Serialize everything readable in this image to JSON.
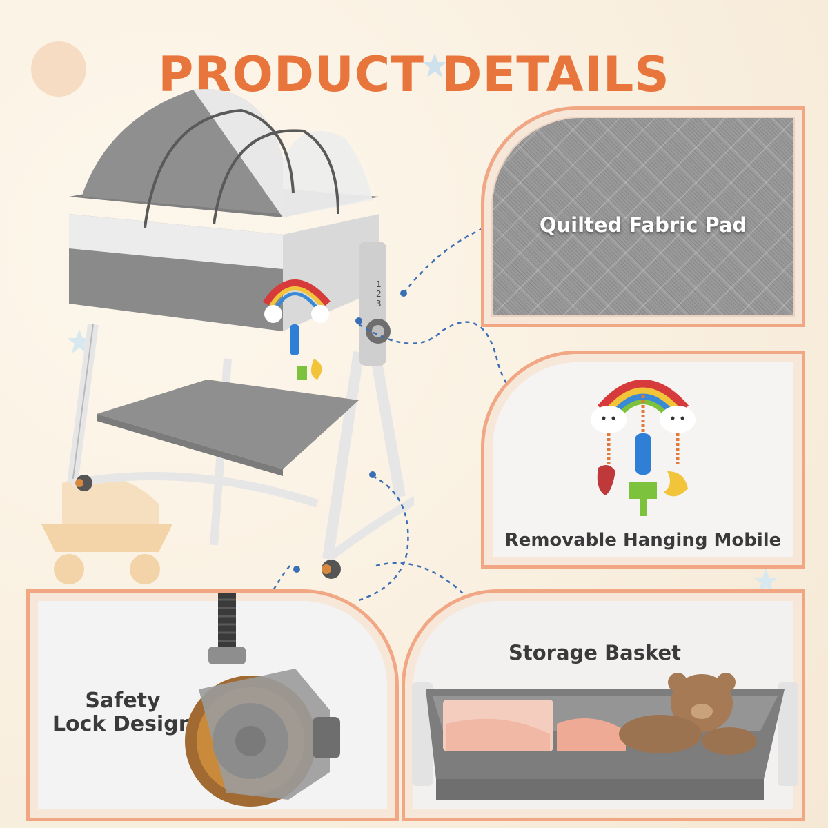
{
  "title": "PRODUCT DETAILS",
  "features": {
    "fabric_label": "Quilted Fabric Pad",
    "mobile_label": "Removable Hanging Mobile",
    "wheel_label_line1": "Safety",
    "wheel_label_line2": "Lock Design",
    "basket_label": "Storage Basket"
  },
  "bassinet": {
    "height_markers": [
      "1",
      "2",
      "3"
    ]
  },
  "colors": {
    "accent": "#e8763c",
    "panel_border": "#f1a783",
    "fabric_gray": "#9a9a9a",
    "dashed_line": "#3b6fb5",
    "wheel_orange": "#c98a3c"
  },
  "icons": [
    "bassinet-illustration",
    "mobile-toy-illustration",
    "wheel-illustration",
    "basket-illustration",
    "star-icon",
    "stroller-icon"
  ]
}
